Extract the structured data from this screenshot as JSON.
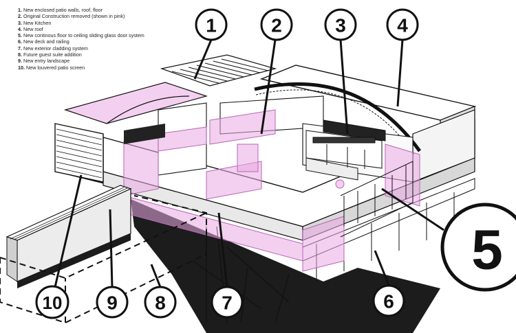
{
  "legend": [
    {
      "num": "1.",
      "text": "New enclosed patio walls, roof, floor"
    },
    {
      "num": "2.",
      "text": "Original Construction removed (shown in pink)"
    },
    {
      "num": "3.",
      "text": "New Kitchen"
    },
    {
      "num": "4.",
      "text": "New roof"
    },
    {
      "num": "5.",
      "text": "New continous floor to ceiling sliding glass door system"
    },
    {
      "num": "6.",
      "text": "New deck and railing"
    },
    {
      "num": "7.",
      "text": "New exterior cladding system"
    },
    {
      "num": "8.",
      "text": "Future guest suite addition"
    },
    {
      "num": "9.",
      "text": "New entry landscape"
    },
    {
      "num": "10.",
      "text": "New louvered patio screen"
    }
  ],
  "callouts": [
    "1",
    "2",
    "3",
    "4",
    "5",
    "6",
    "7",
    "8",
    "9",
    "10"
  ],
  "colors": {
    "removed": "#e9a9e4",
    "ink": "#111111",
    "paper": "#ffffff",
    "ground": "#1c1c1c"
  }
}
